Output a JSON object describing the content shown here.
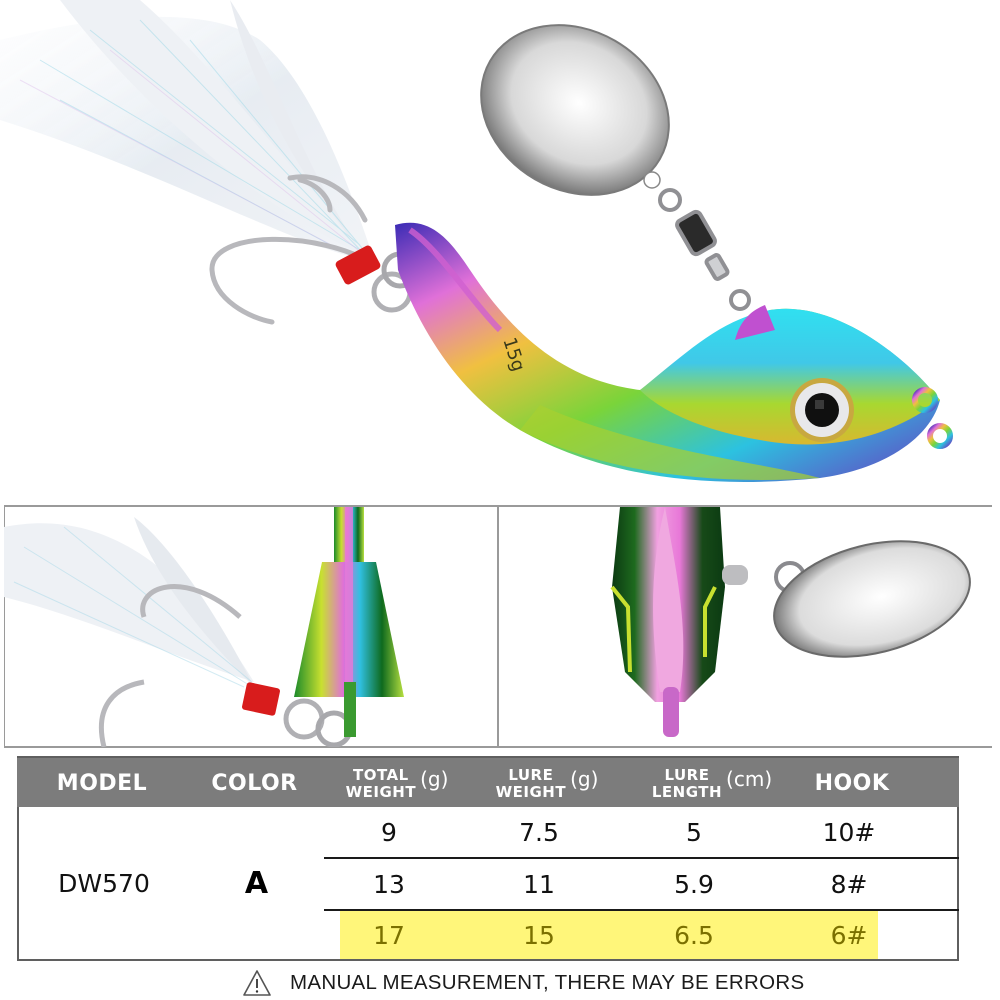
{
  "product": {
    "lure_stamp": "15g"
  },
  "table": {
    "headers": {
      "model": "MODEL",
      "color": "COLOR",
      "total_weight": {
        "line1": "TOTAL",
        "line2": "WEIGHT",
        "unit": "(g)"
      },
      "lure_weight": {
        "line1": "LURE",
        "line2": "WEIGHT",
        "unit": "(g)"
      },
      "lure_length": {
        "line1": "LURE",
        "line2": "LENGTH",
        "unit": "(cm)"
      },
      "hook": "HOOK"
    },
    "model": "DW570",
    "color": "A",
    "rows": [
      {
        "total_weight": "9",
        "lure_weight": "7.5",
        "lure_length": "5",
        "hook": "10#",
        "highlighted": false
      },
      {
        "total_weight": "13",
        "lure_weight": "11",
        "lure_length": "5.9",
        "hook": "8#",
        "highlighted": false
      },
      {
        "total_weight": "17",
        "lure_weight": "15",
        "lure_length": "6.5",
        "hook": "6#",
        "highlighted": true
      }
    ],
    "colors": {
      "header_bg": "#7c7c7c",
      "highlight_bg": "#fff67a",
      "highlight_text": "#7b7000"
    }
  },
  "footnote": {
    "icon": "warning-triangle-icon",
    "text": "MANUAL MEASUREMENT, THERE MAY BE ERRORS"
  }
}
